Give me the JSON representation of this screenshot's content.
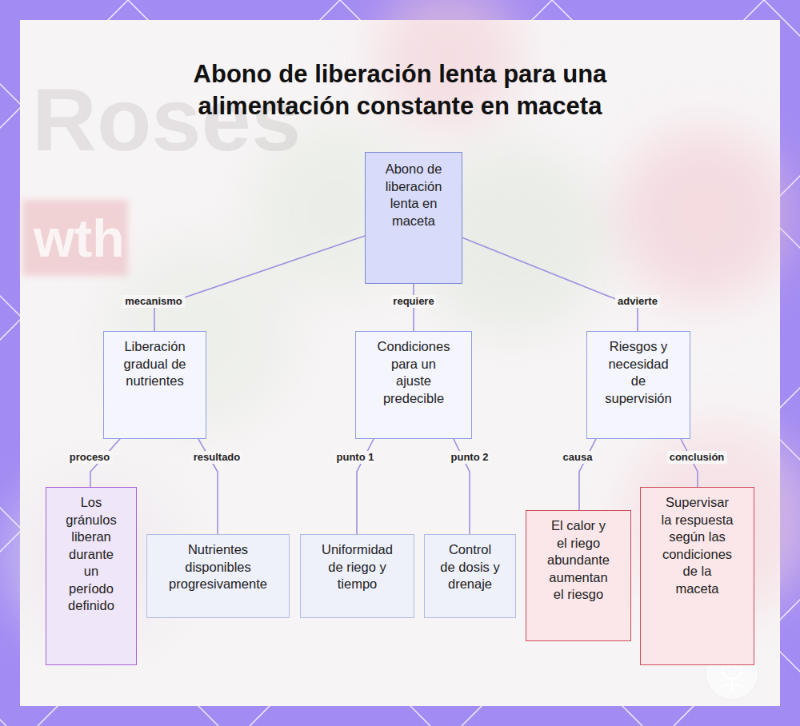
{
  "diagram": {
    "title": "Abono de liberación lenta para una alimentación constante en maceta",
    "nodes": [
      {
        "text": [
          "Abono de liberación lenta en maceta"
        ]
      },
      {
        "text": [
          "Liberación gradual de nutrientes"
        ]
      },
      {
        "text": [
          "Condiciones para un ajuste predecible"
        ]
      },
      {
        "text": [
          "Riesgos y necesidad de supervisión"
        ]
      },
      {
        "text": [
          "Los gránulos liberan durante un período definido"
        ]
      },
      {
        "text": [
          "Nutrientes disponibles progresivamente"
        ]
      },
      {
        "text": [
          "Uniformidad de riego y tiempo"
        ]
      },
      {
        "text": [
          "Control de dosis y drenaje"
        ]
      },
      {
        "text": [
          "El calor y el riego abundante aumentan el riesgo"
        ]
      },
      {
        "text": [
          "Supervisar la respuesta según las condiciones de la maceta"
        ]
      }
    ],
    "edges": [
      {
        "from": 0,
        "to": 1,
        "label": "mecanismo",
        "arrow": "none"
      },
      {
        "from": 0,
        "to": 2,
        "label": "requiere",
        "arrow": "none"
      },
      {
        "from": 0,
        "to": 3,
        "label": "advierte",
        "arrow": "none"
      },
      {
        "from": 1,
        "to": 4,
        "label": "proceso",
        "arrow": "none"
      },
      {
        "from": 1,
        "to": 5,
        "label": "resultado",
        "arrow": "none"
      },
      {
        "from": 2,
        "to": 6,
        "label": "punto 1",
        "arrow": "none"
      },
      {
        "from": 2,
        "to": 7,
        "label": "punto 2",
        "arrow": "none"
      },
      {
        "from": 3,
        "to": 8,
        "label": "causa",
        "arrow": "none"
      },
      {
        "from": 3,
        "to": 9,
        "label": "conclusión",
        "arrow": "none"
      }
    ],
    "labels": [
      "Roses",
      "wth"
    ]
  }
}
